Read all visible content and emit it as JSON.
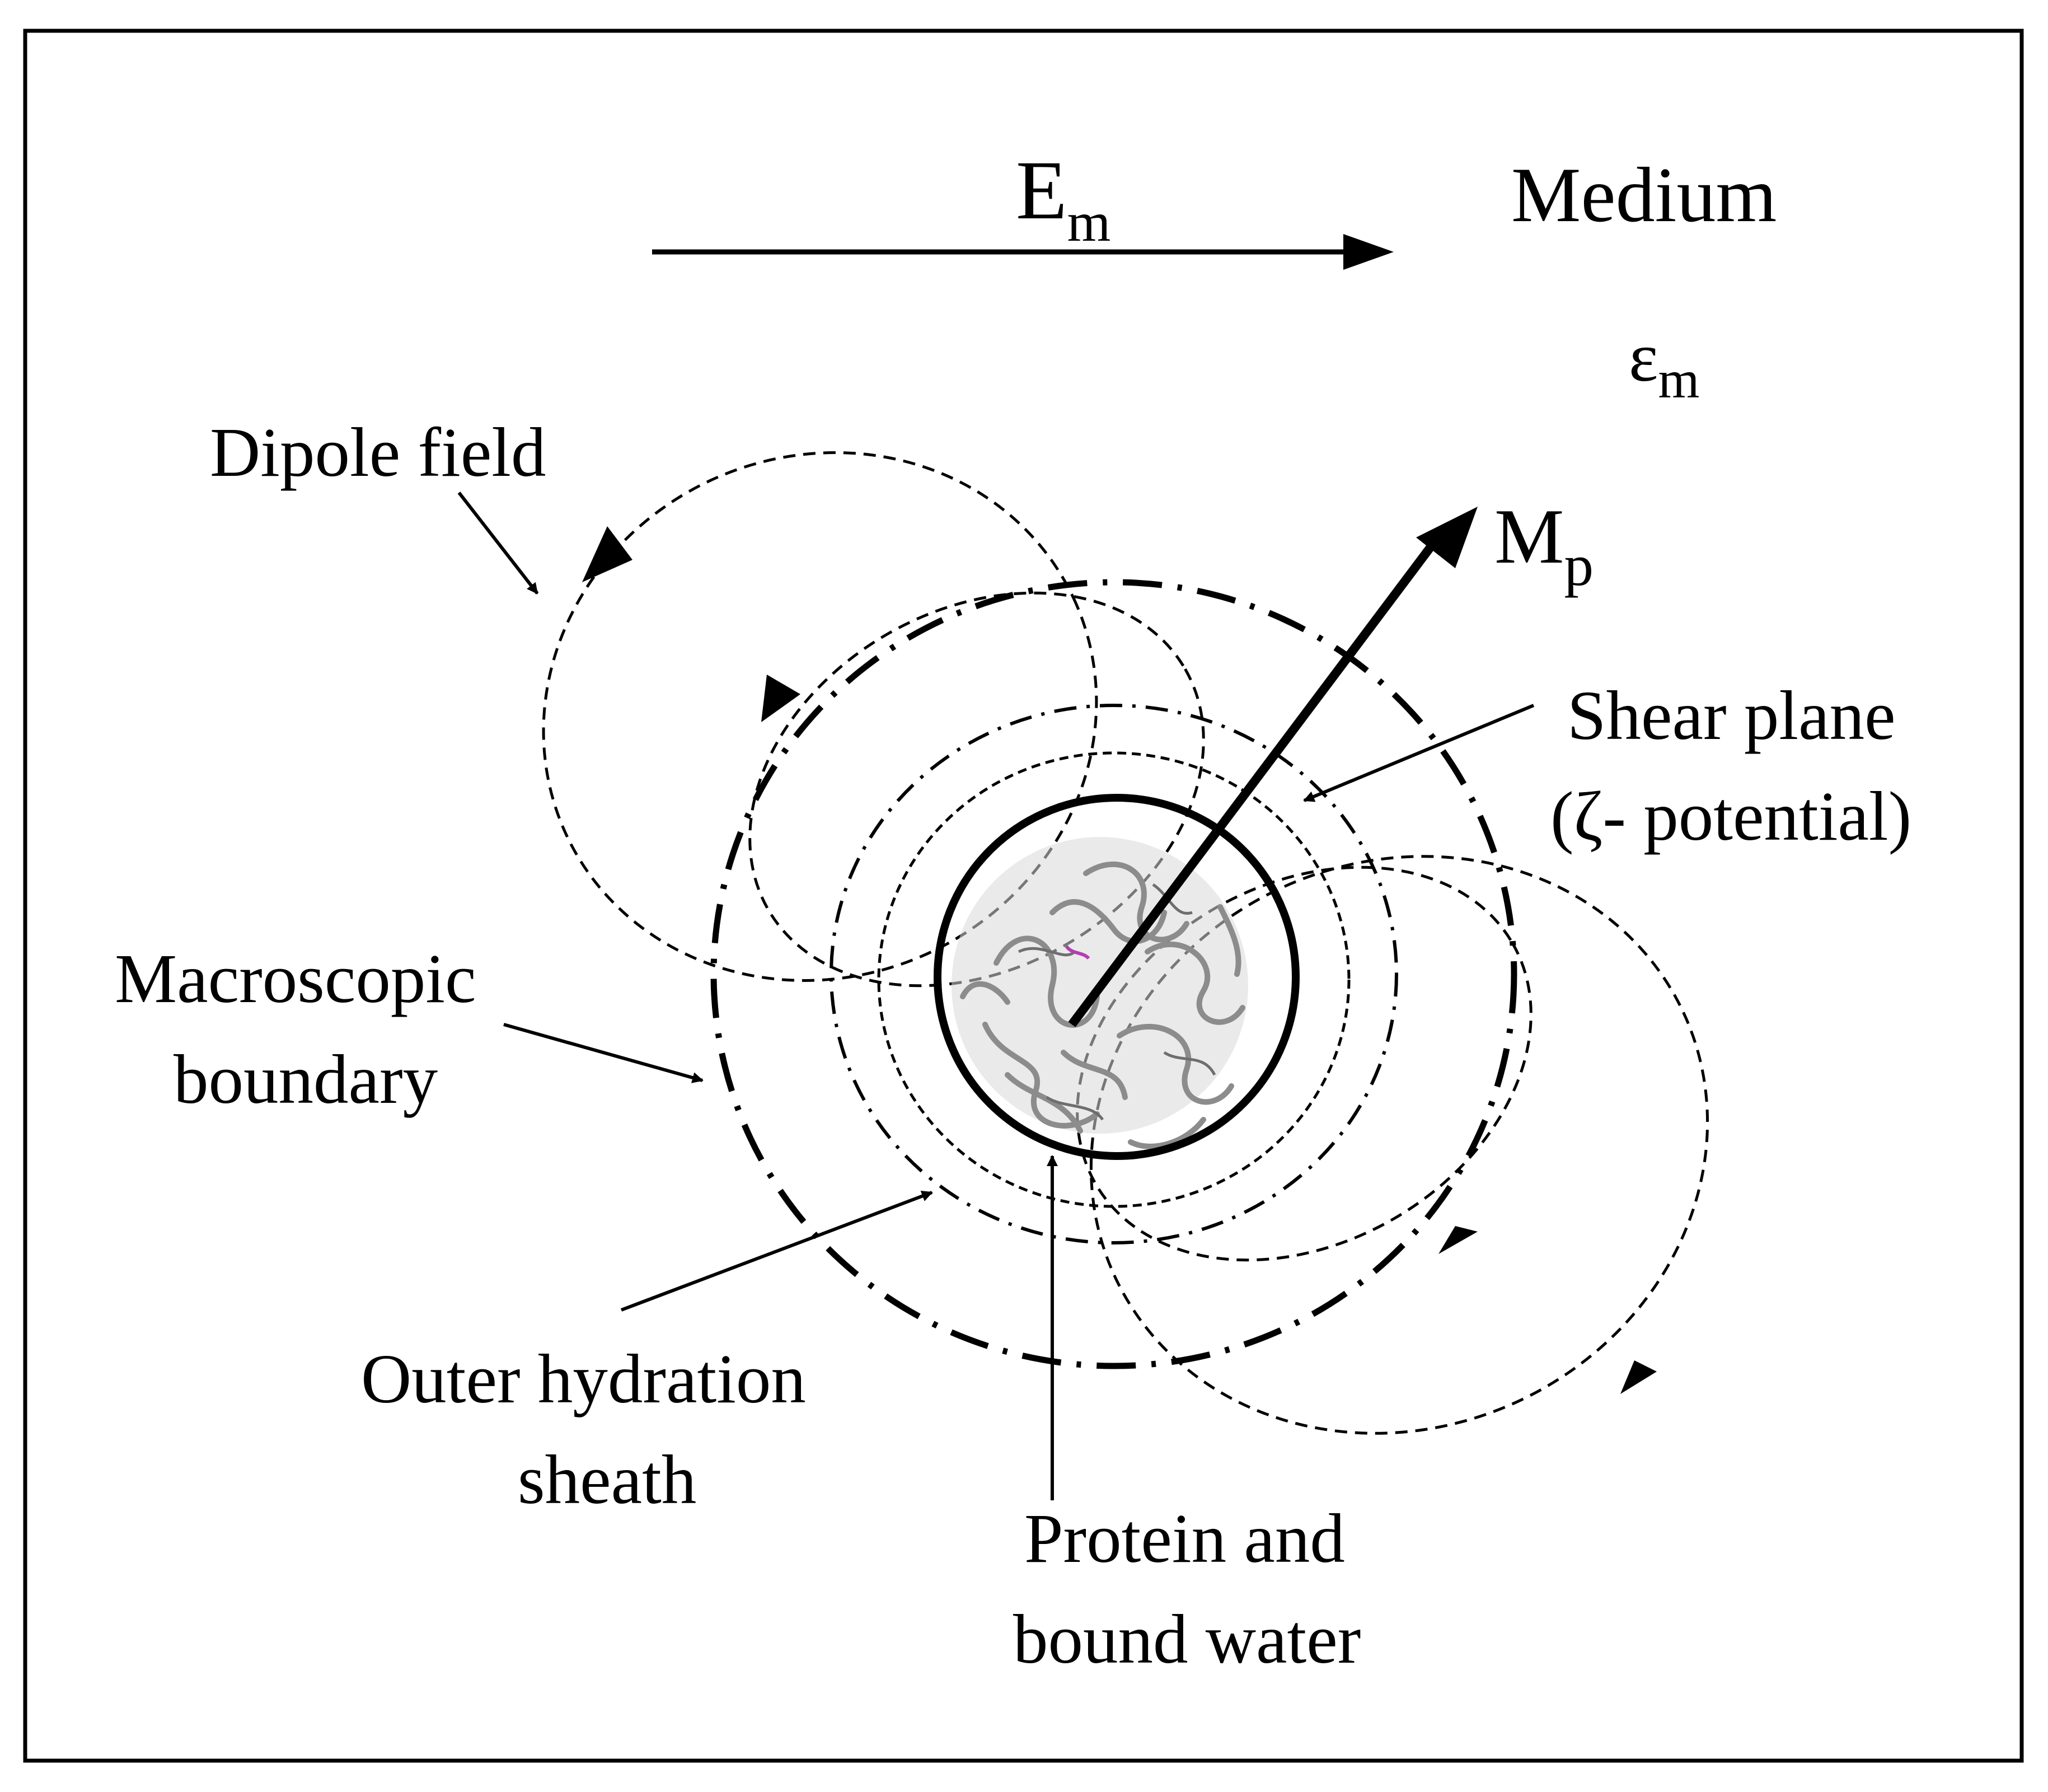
{
  "labels": {
    "field_symbol": "E",
    "field_sub": "m",
    "medium": "Medium",
    "permittivity_symbol": "ε",
    "permittivity_sub": "m",
    "dipole_field": "Dipole field",
    "moment_symbol": "M",
    "moment_sub": "p",
    "shear_plane_line1": "Shear plane",
    "shear_plane_line2": "(ζ- potential)",
    "macroscopic_line1": "Macroscopic",
    "macroscopic_line2": "boundary",
    "outer_hydration_line1": "Outer hydration",
    "outer_hydration_line2": "sheath",
    "protein_line1": "Protein and",
    "protein_line2": "bound water"
  },
  "colors": {
    "ink": "#000000",
    "protein_fill": "#d3d3d3",
    "protein_strands": "#8c8c8c",
    "ligand": "#b040b0",
    "background": "#ffffff"
  }
}
